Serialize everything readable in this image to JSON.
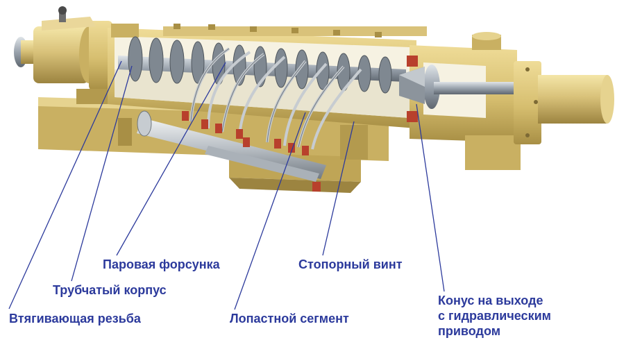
{
  "diagram": {
    "labels": {
      "steam_nozzle": "Паровая форсунка",
      "tubular_barrel": "Трубчатый корпус",
      "feed_screw": "Втягивающая резьба",
      "stop_screw": "Стопорный винт",
      "paddle_segment": "Лопастной сегмент",
      "outlet_cone": [
        "Конус на выходе",
        "с гидравлическим",
        "приводом"
      ]
    },
    "colors": {
      "label_text": "#2c3a9c",
      "leader_line": "#2c3a9c",
      "machine_body": "#d9c27a",
      "machine_shadow": "#a88f45",
      "barrel_metal": "#9aa3ad",
      "screw_metal": "#7f8891",
      "valves": "#b8402c"
    }
  }
}
